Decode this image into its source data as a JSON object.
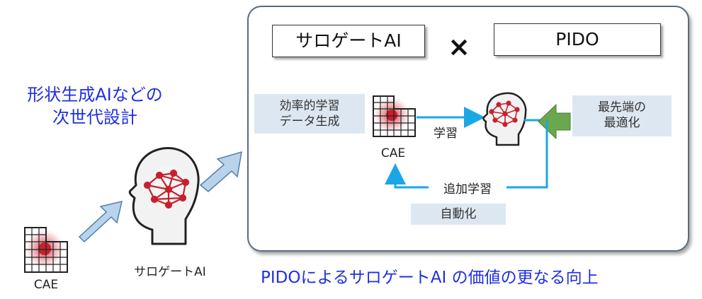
{
  "left": {
    "heading_line1": "形状生成AIなどの",
    "heading_line2": "次世代設計",
    "cae_label": "CAE",
    "surrogate_label": "サロゲートAI"
  },
  "panel": {
    "surrogate_title": "サロゲートAI",
    "times_sign": "×",
    "pido_title": "PIDO",
    "efficient_line1": "効率的学習",
    "efficient_line2": "データ生成",
    "cae_label": "CAE",
    "learning_label": "学習",
    "optimization_line1": "最先端の",
    "optimization_line2": "最適化",
    "additional_learning_label": "追加学習",
    "automation_label": "自動化"
  },
  "caption": "PIDOによるサロゲートAI の価値の更なる向上",
  "colors": {
    "accent_blue": "#1f2fe0",
    "arrow_cyan": "#1aa7e6",
    "arrow_green": "#6aa84f",
    "brain_red": "#c8202c",
    "box_fill": "#dde7f2"
  }
}
